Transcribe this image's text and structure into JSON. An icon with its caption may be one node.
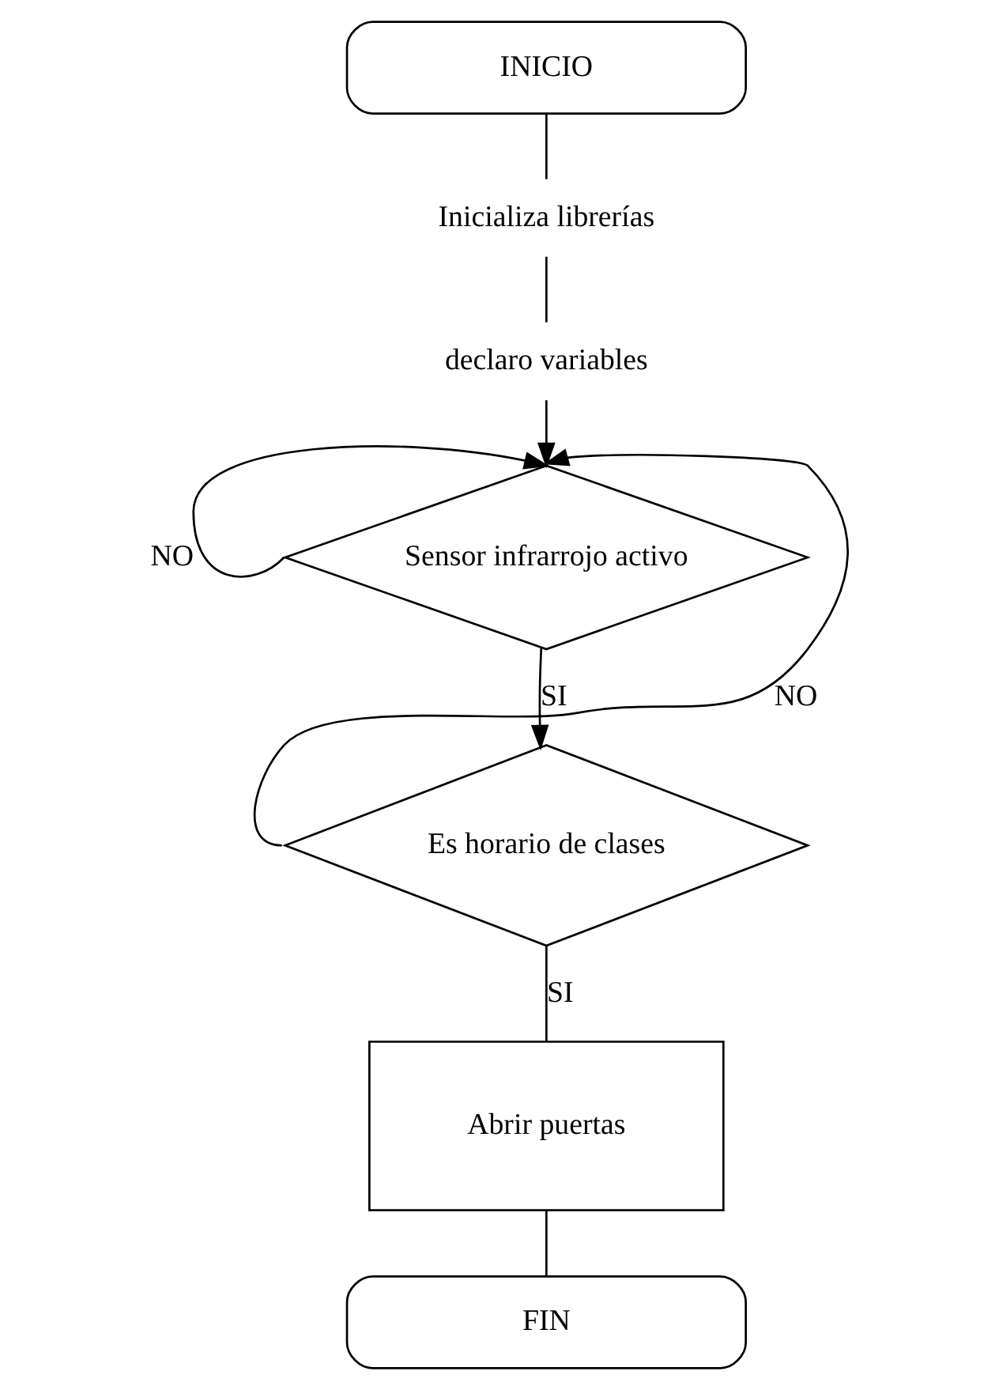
{
  "diagram": {
    "nodes": [
      {
        "text": [
          "INICIO"
        ]
      },
      {
        "text": [
          "Inicializa librerías"
        ]
      },
      {
        "text": [
          "declaro variables"
        ]
      },
      {
        "text": [
          "Sensor infrarrojo activo"
        ]
      },
      {
        "text": [
          "Es horario de clases"
        ]
      },
      {
        "text": [
          "Abrir puertas"
        ]
      },
      {
        "text": [
          "FIN"
        ]
      }
    ],
    "edges": [
      {
        "from": 0,
        "to": 1,
        "arrow": "none"
      },
      {
        "from": 1,
        "to": 2,
        "arrow": "none"
      },
      {
        "from": 2,
        "to": 3,
        "arrow": "to"
      },
      {
        "from": 3,
        "to": 3,
        "arrow": "to",
        "label": "NO"
      },
      {
        "from": 3,
        "to": 4,
        "arrow": "to",
        "label": "SI"
      },
      {
        "from": 4,
        "to": 3,
        "arrow": "to",
        "label": "NO"
      },
      {
        "from": 4,
        "to": 5,
        "arrow": "none",
        "label": "SI"
      },
      {
        "from": 5,
        "to": 6,
        "arrow": "none"
      }
    ]
  }
}
